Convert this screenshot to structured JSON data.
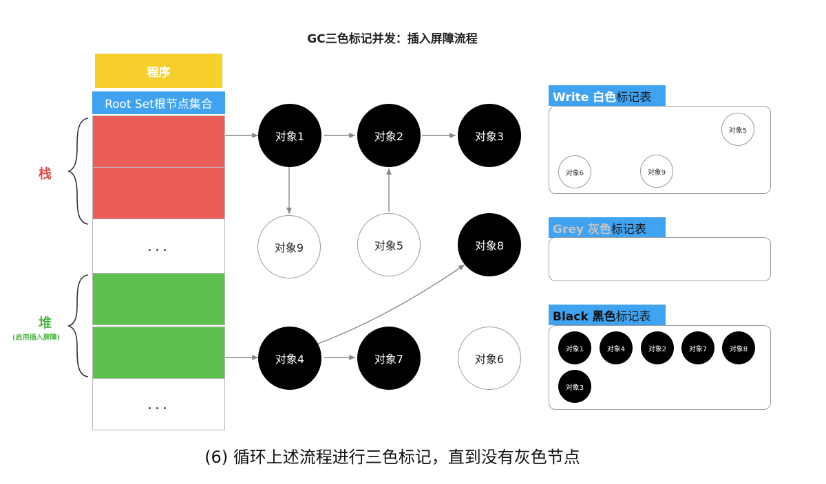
{
  "title": "GC三色标记并发：插入屏障流程",
  "stack_column": {
    "program_label": "程序",
    "root_set_label": "Root Set根节点集合",
    "stack_label": "栈",
    "heap_label": "堆",
    "heap_note": "(启用插入屏障)",
    "ellipsis": "..."
  },
  "nodes": {
    "obj1": "对象1",
    "obj2": "对象2",
    "obj3": "对象3",
    "obj9": "对象9",
    "obj5": "对象5",
    "obj8": "对象8",
    "obj4": "对象4",
    "obj7": "对象7",
    "obj6": "对象6"
  },
  "tables": {
    "white": {
      "name": "Write 白色",
      "suffix": "标记表",
      "items": [
        "对象5",
        "对象6",
        "对象9"
      ]
    },
    "grey": {
      "name": "Grey 灰色",
      "suffix": "标记表",
      "items": []
    },
    "black": {
      "name": "Black 黑色",
      "suffix": "标记表",
      "items": [
        "对象1",
        "对象4",
        "对象2",
        "对象7",
        "对象8",
        "对象3"
      ]
    }
  },
  "colors": {
    "program": "#f6cf2c",
    "root_set": "#3fa3f2",
    "stack": "#ea5d58",
    "heap": "#5cc14d"
  },
  "caption": "(6) 循环上述流程进行三色标记，直到没有灰色节点"
}
